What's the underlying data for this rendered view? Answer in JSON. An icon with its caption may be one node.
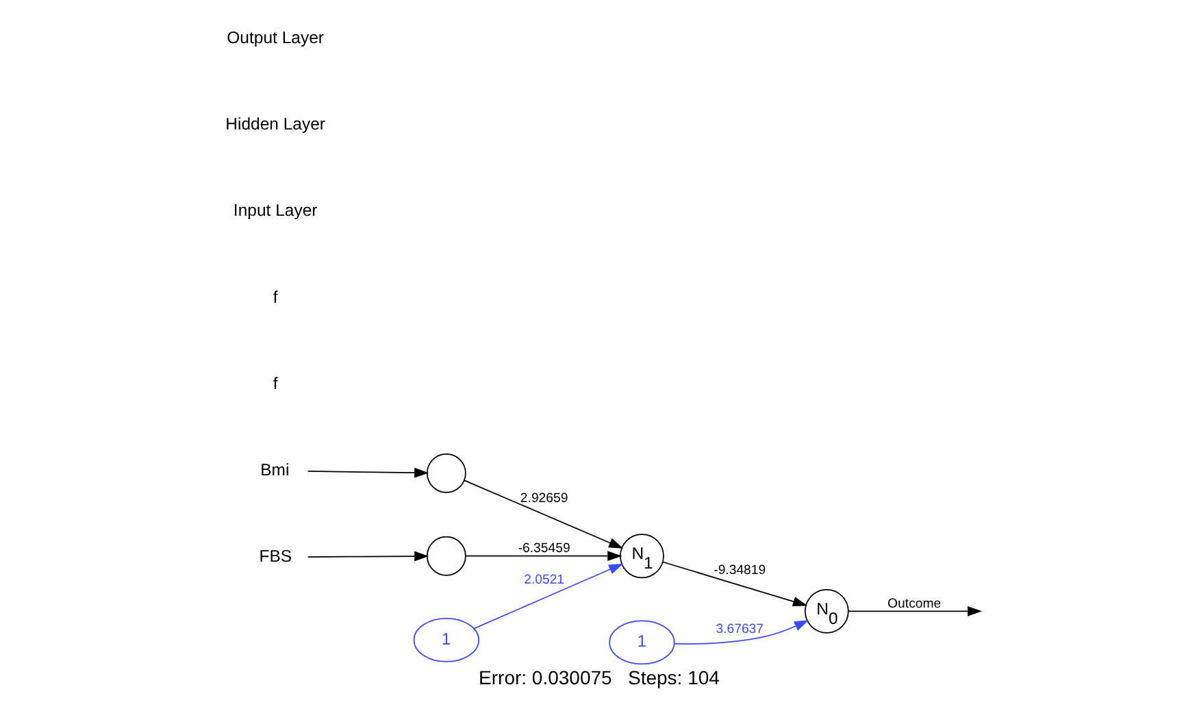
{
  "diagram": {
    "caption": "Error: 0.030075   Steps: 104",
    "nodes": [
      {
        "text": [
          "Bmi"
        ]
      },
      {
        "text": [],
        "shape": "circle"
      },
      {
        "text": [
          "FBS"
        ]
      },
      {
        "text": [],
        "shape": "circle"
      },
      {
        "text": [
          "1"
        ]
      },
      {
        "text": [
          "N$_{1}$"
        ]
      },
      {
        "text": [
          "1"
        ]
      },
      {
        "text": [
          "N$_{0}$"
        ]
      }
    ],
    "edges": [
      {
        "from": 0,
        "to": 1,
        "arrow": "to"
      },
      {
        "from": 1,
        "to": 5,
        "arrow": "to",
        "label": "2.92659"
      },
      {
        "from": 2,
        "to": 3,
        "arrow": "to"
      },
      {
        "from": 3,
        "to": 5,
        "arrow": "to",
        "label": "-6.35459"
      },
      {
        "from": 4,
        "to": 5,
        "arrow": "to",
        "label": "2.0521",
        "color": "#3b4cff"
      },
      {
        "from": 5,
        "to": 7,
        "arrow": "to",
        "label": "-9.34819"
      },
      {
        "from": 6,
        "to": 7,
        "arrow": "to",
        "label": "3.67637",
        "color": "#3b4cff"
      },
      {
        "from": 7,
        "to": null,
        "arrow": "to",
        "label": "Outcome"
      }
    ],
    "labels": [
      "f",
      "f",
      "Input Layer",
      "Hidden Layer",
      "Output Layer"
    ]
  }
}
